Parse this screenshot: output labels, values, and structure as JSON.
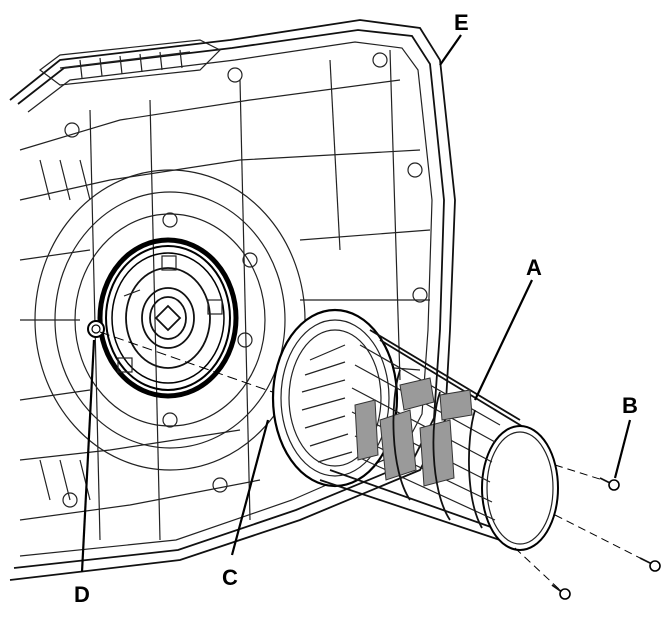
{
  "figure": {
    "labels": {
      "a": "A",
      "b": "B",
      "c": "C",
      "d": "D",
      "e": "E"
    },
    "colors": {
      "line": "#000000",
      "fill_grey": "#9a9a9a",
      "background": "#ffffff"
    }
  }
}
